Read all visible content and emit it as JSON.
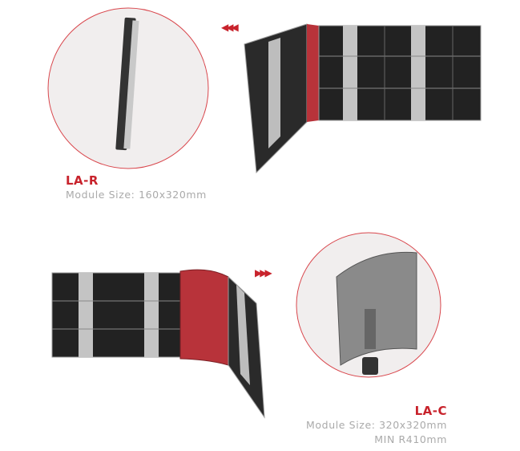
{
  "products": [
    {
      "name": "LA-R",
      "specs": [
        "Module Size: 160x320mm"
      ]
    },
    {
      "name": "LA-C",
      "specs": [
        "Module Size: 320x320mm",
        "MIN R410mm"
      ]
    }
  ],
  "arrows": {
    "left": "◀◀◀",
    "right": "▶▶▶"
  },
  "colors": {
    "accent": "#c8232c",
    "panel": "#1e1e1e",
    "frame": "#b8b8b8",
    "highlight": "#b8333a"
  }
}
